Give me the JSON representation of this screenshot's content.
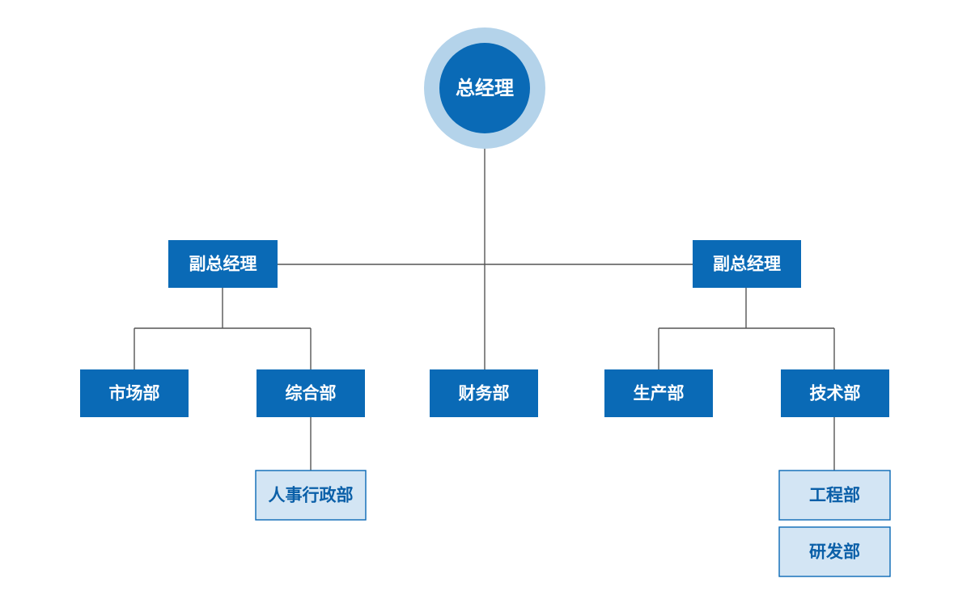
{
  "org_chart": {
    "root": {
      "label": "总经理"
    },
    "deputies": [
      {
        "label": "副总经理"
      },
      {
        "label": "副总经理"
      }
    ],
    "departments": {
      "market": {
        "label": "市场部"
      },
      "general": {
        "label": "综合部"
      },
      "finance": {
        "label": "财务部"
      },
      "production": {
        "label": "生产部"
      },
      "technology": {
        "label": "技术部"
      }
    },
    "sub_departments": {
      "hr_admin": {
        "label": "人事行政部"
      },
      "engineering": {
        "label": "工程部"
      },
      "rnd": {
        "label": "研发部"
      }
    }
  },
  "colors": {
    "primary": "#0a6ab6",
    "halo": "#b4d3ea",
    "secondary_fill": "#d3e5f4",
    "connector": "#555555"
  }
}
